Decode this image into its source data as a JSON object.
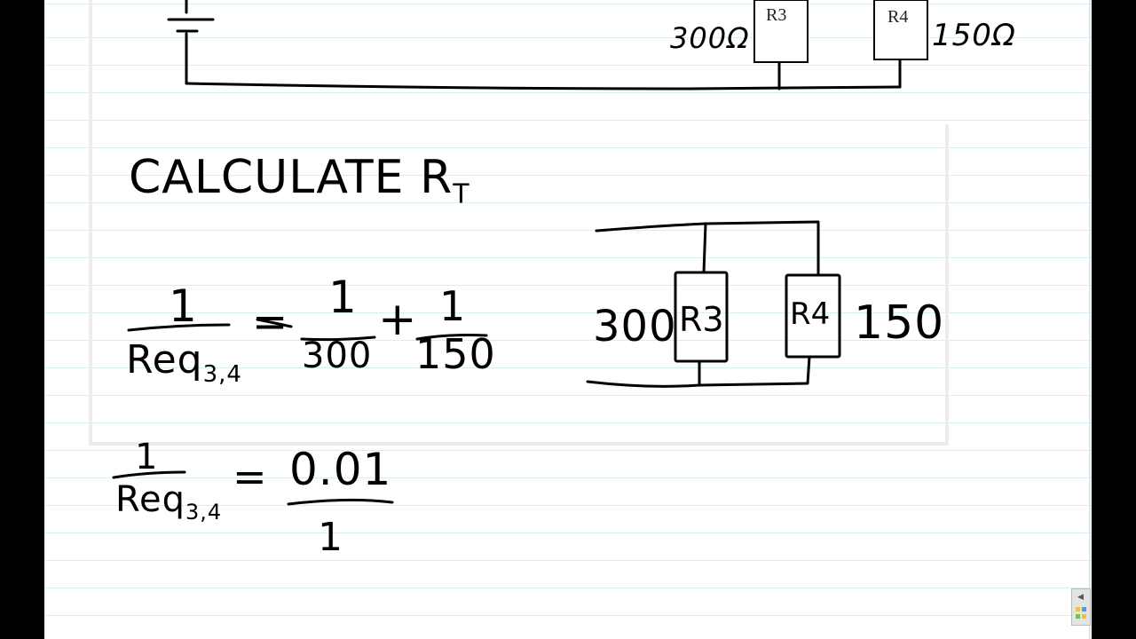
{
  "diagram_top": {
    "r3_label": "R3",
    "r4_label": "R4",
    "r3_value": "300Ω",
    "r4_value": "150Ω"
  },
  "heading": "CALCULATE R",
  "heading_sub": "T",
  "equation1": {
    "lhs_num": "1",
    "lhs_den": "Req",
    "lhs_den_sub": "3,4",
    "eq": "=",
    "t1_num": "1",
    "t1_den": "300",
    "plus": "+",
    "t2_num": "1",
    "t2_den": "150"
  },
  "diagram_right": {
    "r3_label": "R3",
    "r4_label": "R4",
    "r3_value": "300",
    "r4_value": "150"
  },
  "equation2": {
    "lhs_num": "1",
    "lhs_den": "Req",
    "lhs_den_sub": "3,4",
    "eq": "=",
    "rhs_num": "0.01",
    "rhs_den": "1"
  },
  "colors": {
    "ink": "#000000",
    "rule_lines": "#d8eef2",
    "page": "#ffffff",
    "letterbox": "#000000"
  }
}
